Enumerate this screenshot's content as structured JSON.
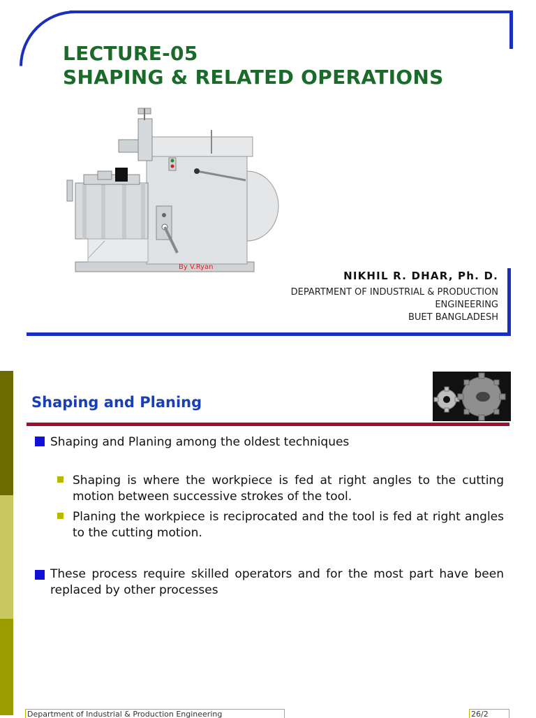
{
  "slide1": {
    "title_line1": "LECTURE-05",
    "title_line2": "SHAPING & RELATED OPERATIONS",
    "illustration_credit": "By V.Ryan",
    "author_name": "NIKHIL R. DHAR, Ph. D.",
    "dept_line1": "DEPARTMENT OF INDUSTRIAL & PRODUCTION",
    "dept_line2": "ENGINEERING",
    "institution": "BUET BANGLADESH"
  },
  "slide2": {
    "heading": "Shaping and Planing",
    "gear_icon": "gears-icon",
    "bullet1": "Shaping and Planing among the oldest techniques",
    "sub_bullets": [
      "Shaping is where the workpiece is fed at right angles to the cutting motion between successive strokes of the tool.",
      "Planing the workpiece is reciprocated and the tool is fed at right angles to the cutting motion."
    ],
    "bullet2": "These process require skilled operators and for the most part have been replaced by other processes",
    "footer_left": "Department of Industrial & Production Engineering",
    "footer_right": "26/2"
  },
  "colors": {
    "frame_blue": "#1a2fbf",
    "title_green": "#1a6b2a",
    "heading_blue": "#1a3fb5",
    "rule_red": "#a0102a",
    "bullet_blue": "#1010d8",
    "sub_bullet_olive": "#b8b800",
    "sidebar": [
      "#6b6b00",
      "#c8c860",
      "#9b9b00"
    ]
  }
}
